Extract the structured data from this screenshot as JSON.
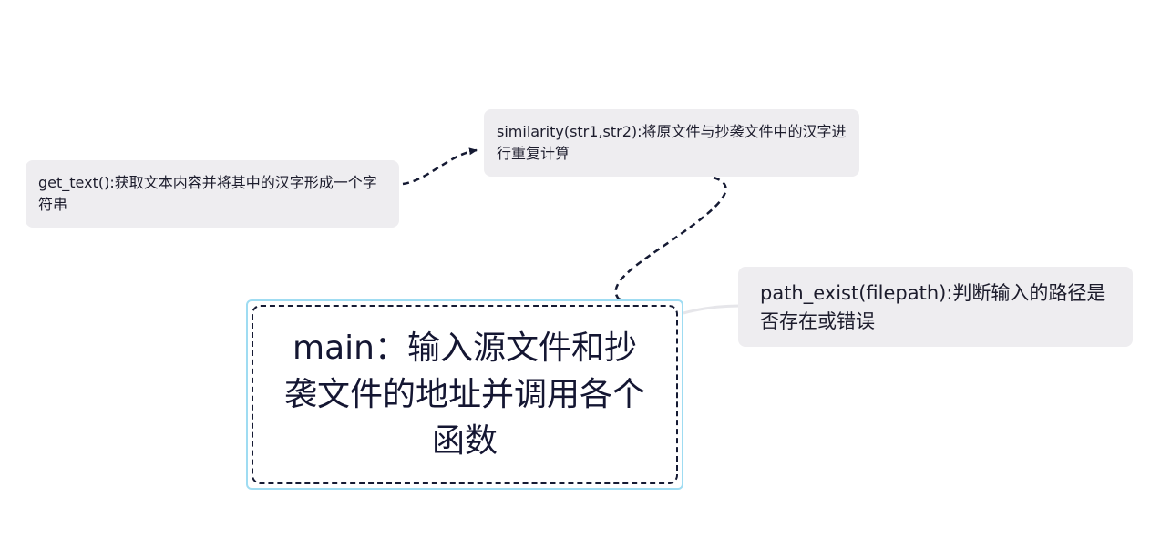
{
  "diagram": {
    "nodes": {
      "main": {
        "text": "main：输入源文件和抄袭文件的地址并调用各个函数"
      },
      "get_text": {
        "text": "get_text():获取文本内容并将其中的汉字形成一个字符串"
      },
      "similarity": {
        "text": "similarity(str1,str2):将原文件与抄袭文件中的汉字进行重复计算"
      },
      "path_exist": {
        "text": "path_exist(filepath):判断输入的路径是否存在或错误"
      }
    },
    "edges": [
      {
        "from": "get_text",
        "to": "similarity",
        "style": "dashed-arrow"
      },
      {
        "from": "similarity",
        "to": "main",
        "style": "dashed-arrow"
      },
      {
        "from": "main",
        "to": "path_exist",
        "style": "solid-line"
      }
    ],
    "colors": {
      "node_fill": "#eeedf0",
      "text": "#1c1c2c",
      "dashed_edge": "#151a33",
      "solid_edge": "#e8e8ec",
      "selection": "#9fdcf2"
    }
  }
}
